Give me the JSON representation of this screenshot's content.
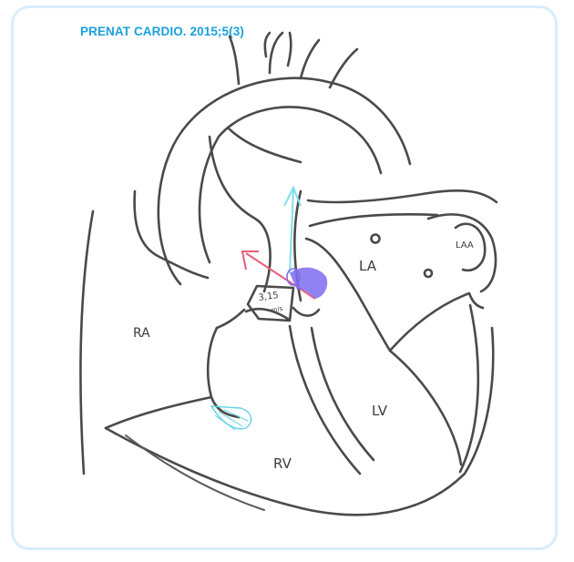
{
  "header": {
    "journal_citation": "PRENAT CARDIO. 2015;5(3)"
  },
  "labels": {
    "right_atrium": "RA",
    "left_atrium": "LA",
    "left_atrial_appendage": "LAA",
    "left_ventricle": "LV",
    "right_ventricle": "RV",
    "velocity_value": "3,15",
    "velocity_unit": "m/s"
  },
  "colors": {
    "frame_border": "#d7eefa",
    "citation_text": "#1aa0dc",
    "outline": "#4a4a4a",
    "cyan_arrow": "#7fe0ec",
    "red_arrow": "#e8607a",
    "purple_flow": "#7d6cf0",
    "valve_hatching": "#5fd3e6"
  }
}
